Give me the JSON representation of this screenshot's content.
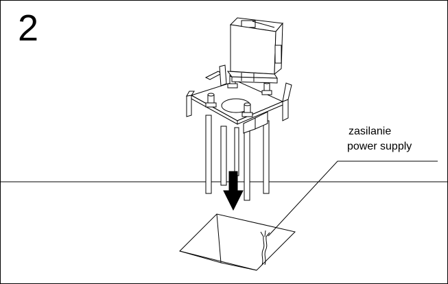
{
  "step": {
    "number": "2"
  },
  "callout": {
    "label_pl": "zasilanie",
    "label_en": "power supply"
  },
  "colors": {
    "line": "#000000",
    "background": "#ffffff",
    "arrow": "#000000"
  }
}
